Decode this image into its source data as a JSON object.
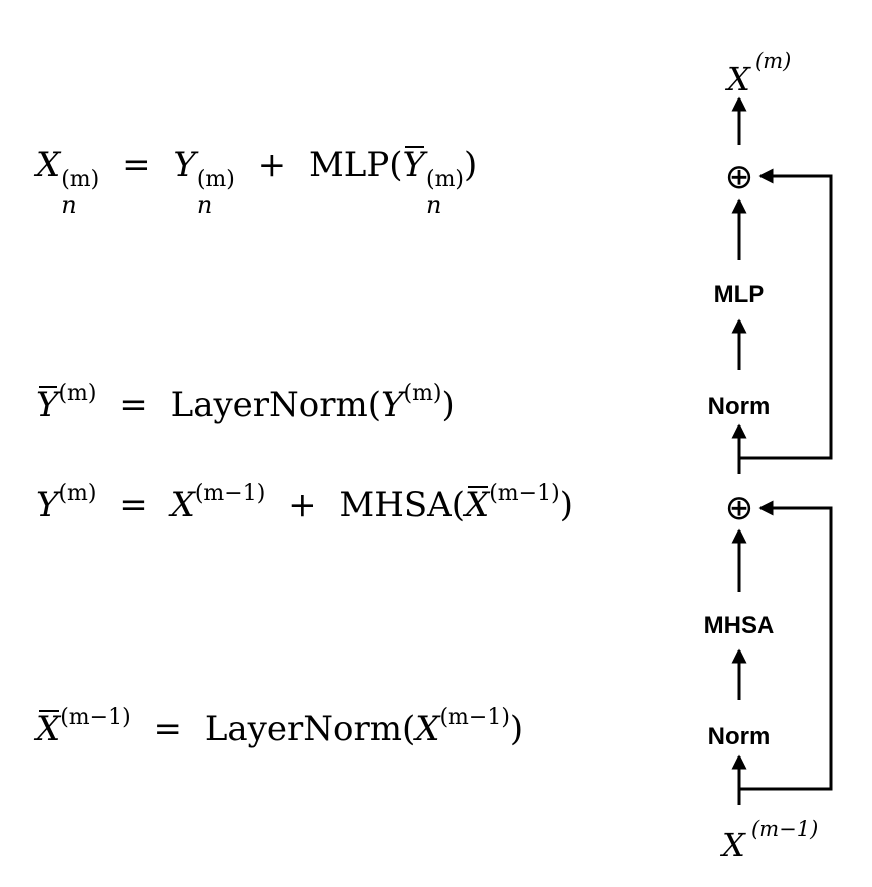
{
  "equations": {
    "eq1": {
      "lhs_var": "X",
      "lhs_sup": "(m)",
      "lhs_sub": "n",
      "eq": "=",
      "t1_var": "Y",
      "t1_sup": "(m)",
      "t1_sub": "n",
      "plus": "+",
      "fn": "MLP",
      "open": "(",
      "arg_var": "Y",
      "arg_sup": "(m)",
      "arg_sub": "n",
      "close": ")"
    },
    "eq2": {
      "lhs_var": "Y",
      "lhs_sup": "(m)",
      "eq": "=",
      "fn": "LayerNorm",
      "open": "(",
      "arg_var": "Y",
      "arg_sup": "(m)",
      "close": ")"
    },
    "eq3": {
      "lhs_var": "Y",
      "lhs_sup": "(m)",
      "eq": "=",
      "t1_var": "X",
      "t1_sup": "(m−1)",
      "plus": "+",
      "fn": "MHSA",
      "open": "(",
      "arg_var": "X",
      "arg_sup": "(m−1)",
      "close": ")"
    },
    "eq4": {
      "lhs_var": "X",
      "lhs_sup": "(m−1)",
      "eq": "=",
      "fn": "LayerNorm",
      "open": "(",
      "arg_var": "X",
      "arg_sup": "(m−1)",
      "close": ")"
    }
  },
  "diagram": {
    "output_var": "X",
    "output_sup": "(m)",
    "input_var": "X",
    "input_sup": "(m−1)",
    "add_symbol": "⊕",
    "mlp_label": "MLP",
    "norm_top_label": "Norm",
    "mhsa_label": "MHSA",
    "norm_bottom_label": "Norm"
  }
}
